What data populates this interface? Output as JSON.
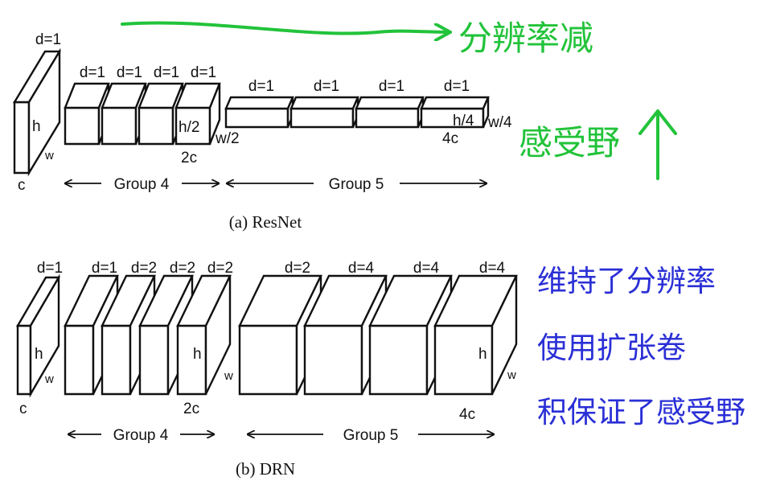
{
  "resnet": {
    "caption": "(a) ResNet",
    "dilations": [
      "d=1",
      "d=1",
      "d=1",
      "d=1",
      "d=1",
      "d=1",
      "d=1",
      "d=1",
      "d=1"
    ],
    "group4": "Group 4",
    "group5": "Group 5",
    "labels": {
      "c": "c",
      "h": "h",
      "w": "w",
      "h2": "h/2",
      "w2": "w/2",
      "c2": "2c",
      "h4": "h/4",
      "w4": "w/4",
      "c4": "4c"
    }
  },
  "drn": {
    "caption": "(b) DRN",
    "dilations": [
      "d=1",
      "d=1",
      "d=2",
      "d=2",
      "d=2",
      "d=2",
      "d=4",
      "d=4",
      "d=4"
    ],
    "group4": "Group 4",
    "group5": "Group 5",
    "labels": {
      "c": "c",
      "h": "h",
      "w": "w",
      "h_g4": "h",
      "w_g4": "w",
      "c2": "2c",
      "h_g5": "h",
      "w_g5": "w",
      "c4": "4c"
    }
  },
  "annotations": {
    "green_arrow_text": "分辨率减",
    "green_text": "感受野",
    "blue_line1": "维持了分辨率",
    "blue_line2": "使用扩张卷",
    "blue_line3": "积保证了感受野"
  },
  "colors": {
    "green": "#22c33a",
    "blue": "#2a2fd6",
    "ink": "#111111"
  }
}
